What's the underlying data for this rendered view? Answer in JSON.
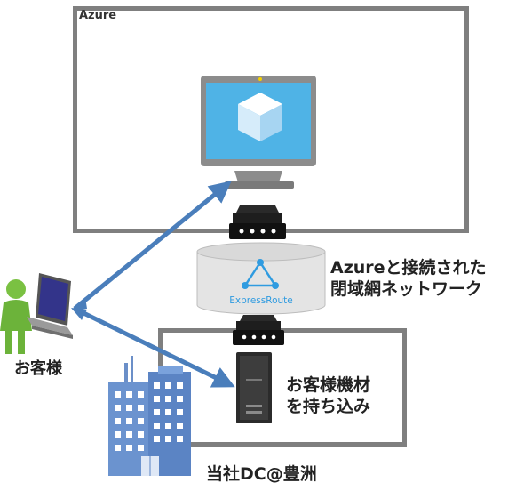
{
  "cloud": {
    "label": "Azure"
  },
  "network": {
    "line1": "Azureと接続された",
    "line2": "閉域網ネットワーク",
    "service_label": "ExpressRoute"
  },
  "customer": {
    "label": "お客様"
  },
  "server": {
    "line1": "お客様機材",
    "line2": "を持ち込み"
  },
  "datacenter": {
    "label": "当社DC@豊洲"
  },
  "colors": {
    "frame": "#7f7f7f",
    "arrow": "#4a7ebb",
    "azure_blue": "#2f9be0",
    "person_green": "#7ac142",
    "building": "#5b84c4"
  }
}
